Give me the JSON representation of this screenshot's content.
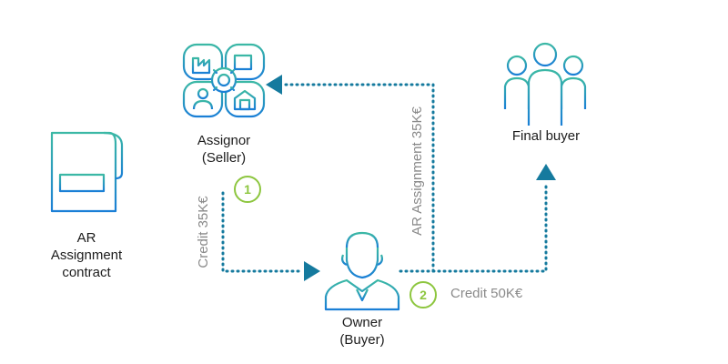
{
  "nodes": {
    "contract": {
      "lines": [
        "AR",
        "Assignment",
        "contract"
      ],
      "icon": "contract-document-icon"
    },
    "assignor": {
      "lines": [
        "Assignor",
        "(Seller)"
      ],
      "icon": "factory-gear-cluster-icon"
    },
    "owner": {
      "lines": [
        "Owner",
        "(Buyer)"
      ],
      "icon": "businessman-icon"
    },
    "buyer": {
      "lines": [
        "Final buyer"
      ],
      "icon": "group-of-people-icon"
    }
  },
  "edges": {
    "credit_35": "Credit 35K€",
    "ar_assignment": "AR Assignment 35K€",
    "credit_50": "Credit 50K€"
  },
  "steps": [
    "1",
    "2"
  ],
  "colors": {
    "icon_gradient_start": "#3bb8a5",
    "icon_gradient_end": "#1a7fd6",
    "arrow": "#157a9e",
    "badge": "#8dc63f",
    "edge_label": "#8a8a8a",
    "node_label": "#1c1c1c"
  }
}
